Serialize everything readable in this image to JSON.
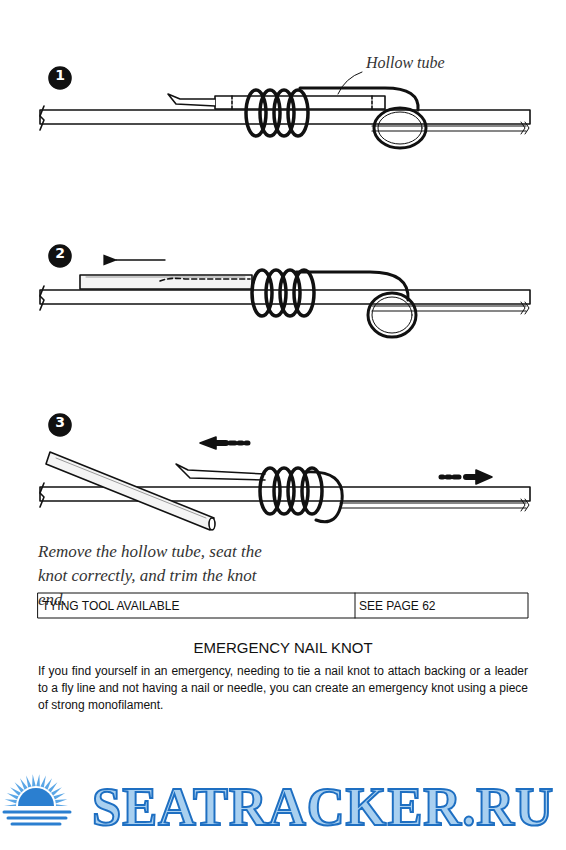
{
  "diagram": {
    "labels": [
      "1",
      "Hollow tube",
      "2",
      "3",
      "Remove the hollow tube, seat the knot correctly, and trim the knot end.",
      "TYING TOOL AVAILABLE",
      "SEE PAGE 62",
      "EMERGENCY NAIL KNOT",
      "If you find yourself in an emergency, needing to tie a nail knot to attach backing or a leader to a fly line and not having a nail or needle, you can create an emergency knot using a piece of strong monofilament.",
      "SEATRACKER.RU"
    ]
  }
}
